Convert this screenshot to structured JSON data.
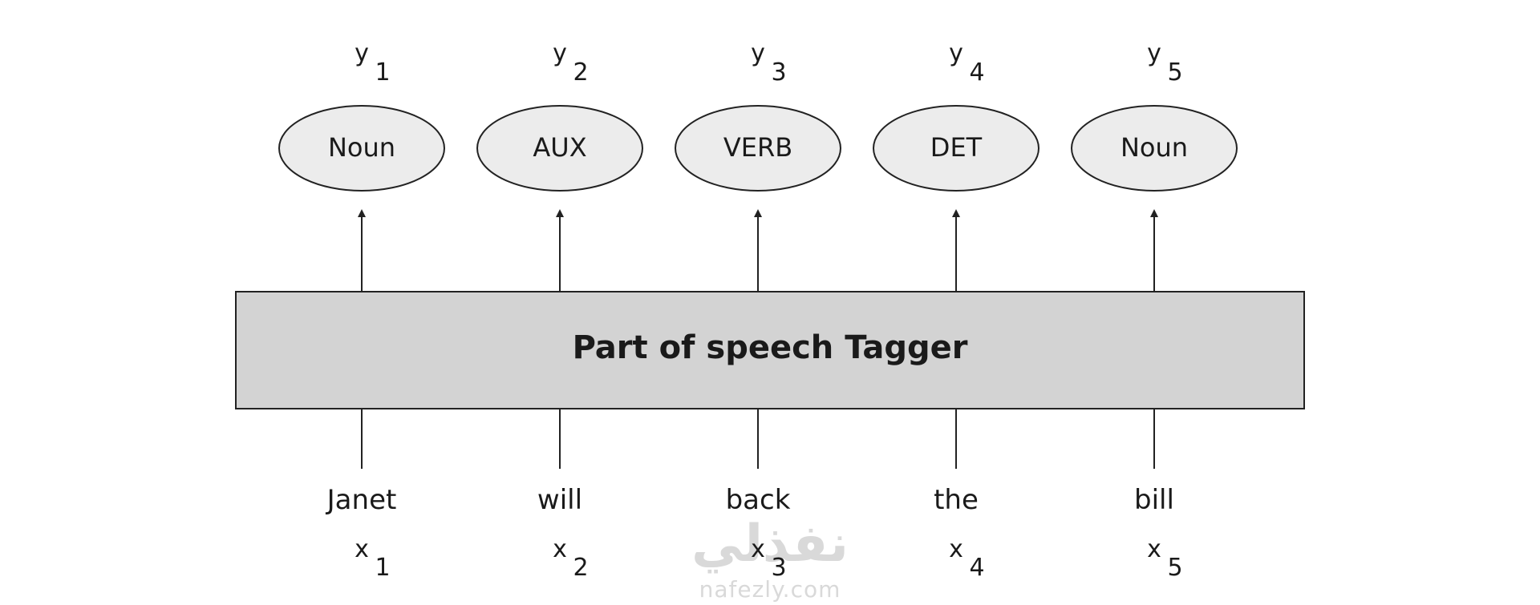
{
  "tagger": {
    "label": "Part of speech Tagger"
  },
  "columns": [
    {
      "word": "Janet",
      "x_sym": "x",
      "x_sub": "1",
      "tag": "Noun",
      "y_sym": "y",
      "y_sub": "1"
    },
    {
      "word": "will",
      "x_sym": "x",
      "x_sub": "2",
      "tag": "AUX",
      "y_sym": "y",
      "y_sub": "2"
    },
    {
      "word": "back",
      "x_sym": "x",
      "x_sub": "3",
      "tag": "VERB",
      "y_sym": "y",
      "y_sub": "3"
    },
    {
      "word": "the",
      "x_sym": "x",
      "x_sub": "4",
      "tag": "DET",
      "y_sym": "y",
      "y_sub": "4"
    },
    {
      "word": "bill",
      "x_sym": "x",
      "x_sub": "5",
      "tag": "Noun",
      "y_sym": "y",
      "y_sub": "5"
    }
  ],
  "watermark": {
    "arabic": "نفذلي",
    "latin": "nafezly.com"
  },
  "colors": {
    "box_fill": "#d3d3d3",
    "ellipse_fill": "#ececec",
    "stroke": "#222222",
    "watermark": "#d9d9d9"
  }
}
